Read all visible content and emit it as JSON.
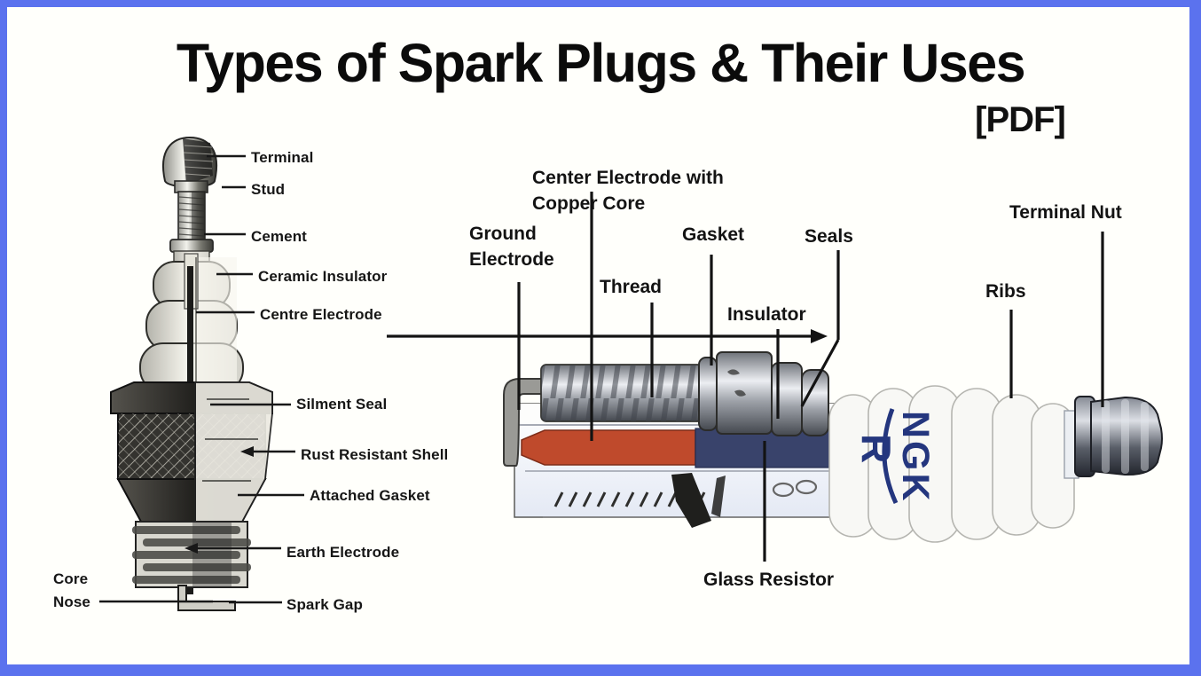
{
  "page": {
    "title": "Types of Spark Plugs & Their Uses",
    "subtitle": "[PDF]"
  },
  "frame": {
    "border_color": "#5b72ee",
    "background": "#fffffb"
  },
  "left_diagram": {
    "description": "Vertical black-and-white cutaway drawing of a spark plug",
    "labels": [
      {
        "id": "terminal",
        "text": "Terminal"
      },
      {
        "id": "stud",
        "text": "Stud"
      },
      {
        "id": "cement",
        "text": "Cement"
      },
      {
        "id": "ceramic-insulator",
        "text": "Ceramic Insulator"
      },
      {
        "id": "centre-electrode",
        "text": "Centre Electrode"
      },
      {
        "id": "silment-seal",
        "text": "Silment Seal"
      },
      {
        "id": "rust-resistant-shell",
        "text": "Rust Resistant Shell"
      },
      {
        "id": "attached-gasket",
        "text": "Attached Gasket"
      },
      {
        "id": "earth-electrode",
        "text": "Earth Electrode"
      },
      {
        "id": "core-nose",
        "text": "Core Nose"
      },
      {
        "id": "spark-gap",
        "text": "Spark Gap"
      }
    ]
  },
  "right_diagram": {
    "description": "Horizontal color cutaway of an NGK spark plug",
    "brand": {
      "name": "NGK",
      "mark": "R",
      "color": "#24367e"
    },
    "labels": [
      {
        "id": "center-electrode-copper-core",
        "text": "Center Electrode with Copper Core"
      },
      {
        "id": "ground-electrode",
        "text": "Ground Electrode"
      },
      {
        "id": "thread",
        "text": "Thread"
      },
      {
        "id": "gasket",
        "text": "Gasket"
      },
      {
        "id": "seals",
        "text": "Seals"
      },
      {
        "id": "insulator",
        "text": "Insulator"
      },
      {
        "id": "terminal-nut",
        "text": "Terminal Nut"
      },
      {
        "id": "ribs",
        "text": "Ribs"
      },
      {
        "id": "glass-resistor",
        "text": "Glass Resistor"
      }
    ]
  },
  "colors": {
    "copper_core": "#bf4a2c",
    "glass_resistor": "#39436b",
    "ngk_navy": "#24367e",
    "border_blue": "#5b72ee"
  }
}
